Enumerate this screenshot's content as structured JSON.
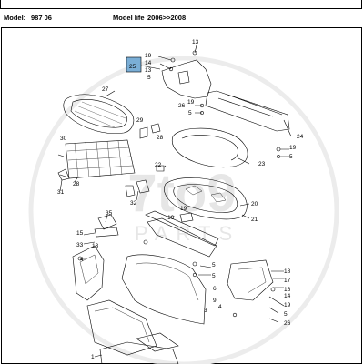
{
  "header": {
    "model_label": "Model:",
    "model_value": "987 06",
    "life_label": "Model life",
    "life_value": "2006>>2008"
  },
  "watermark": {
    "brand": "7to9",
    "sub": "PARTS"
  },
  "diagram": {
    "highlight_color": "#7aaed6",
    "callouts": [
      {
        "id": "c25",
        "text": "25"
      },
      {
        "id": "c19a",
        "text": "19"
      },
      {
        "id": "c14a",
        "text": "14"
      },
      {
        "id": "c13a",
        "text": "13"
      },
      {
        "id": "c5a",
        "text": "5"
      },
      {
        "id": "c13b",
        "text": "13"
      },
      {
        "id": "c27",
        "text": "27"
      },
      {
        "id": "c26a",
        "text": "26"
      },
      {
        "id": "c19b",
        "text": "19"
      },
      {
        "id": "c5b",
        "text": "5"
      },
      {
        "id": "c24",
        "text": "24"
      },
      {
        "id": "c29",
        "text": "29"
      },
      {
        "id": "c28a",
        "text": "28"
      },
      {
        "id": "c30",
        "text": "30"
      },
      {
        "id": "c19c",
        "text": "19"
      },
      {
        "id": "c5c",
        "text": "5"
      },
      {
        "id": "c23",
        "text": "23"
      },
      {
        "id": "c22",
        "text": "22"
      },
      {
        "id": "c31",
        "text": "31"
      },
      {
        "id": "c28b",
        "text": "28"
      },
      {
        "id": "c32",
        "text": "32"
      },
      {
        "id": "c10",
        "text": "10"
      },
      {
        "id": "c19d",
        "text": "19"
      },
      {
        "id": "c20",
        "text": "20"
      },
      {
        "id": "c21",
        "text": "21"
      },
      {
        "id": "c35",
        "text": "35"
      },
      {
        "id": "c15",
        "text": "15"
      },
      {
        "id": "c33",
        "text": "33"
      },
      {
        "id": "c13c",
        "text": "13"
      },
      {
        "id": "c4a",
        "text": "4"
      },
      {
        "id": "c5d",
        "text": "5"
      },
      {
        "id": "c5e",
        "text": "5"
      },
      {
        "id": "c6",
        "text": "6"
      },
      {
        "id": "c9",
        "text": "9"
      },
      {
        "id": "c4b",
        "text": "4"
      },
      {
        "id": "c3",
        "text": "3"
      },
      {
        "id": "c18",
        "text": "18"
      },
      {
        "id": "c17",
        "text": "17"
      },
      {
        "id": "c16",
        "text": "16"
      },
      {
        "id": "c14b",
        "text": "14"
      },
      {
        "id": "c19e",
        "text": "19"
      },
      {
        "id": "c5f",
        "text": "5"
      },
      {
        "id": "c26b",
        "text": "26"
      },
      {
        "id": "c1",
        "text": "1"
      }
    ]
  }
}
